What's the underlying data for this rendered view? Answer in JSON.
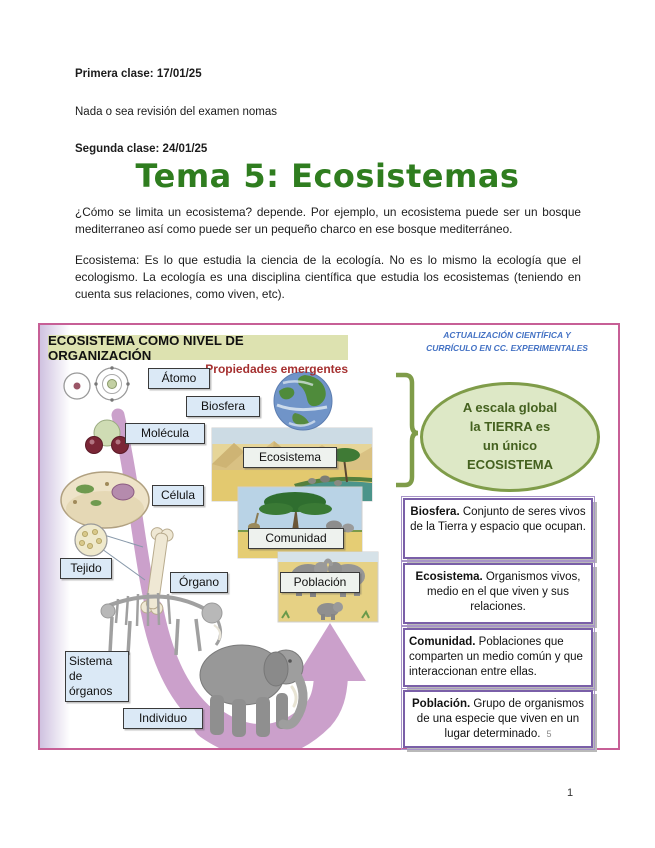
{
  "document": {
    "line1": "Primera clase: 17/01/25",
    "line2": "Nada o sea revisión del examen nomas",
    "line3": "Segunda clase: 24/01/25",
    "title": "Tema 5: Ecosistemas",
    "paragraph1": "¿Cómo se limita un ecosistema? depende. Por ejemplo, un ecosistema puede ser un bosque mediterraneo así como puede ser un pequeño charco en ese bosque mediterráneo.",
    "paragraph2": "Ecosistema: Es lo que estudia la ciencia de la ecología. No es lo mismo la ecología que el ecologismo. La ecología es una disciplina científica que estudia los ecosistemas (teniendo en cuenta sus relaciones, como viven, etc).",
    "page_number": "1"
  },
  "figure": {
    "header_title": "ECOSISTEMA COMO NIVEL DE ORGANIZACIÓN",
    "emergent_label": "Propiedades emergentes",
    "watermark": {
      "line1": "ACTUALIZACIÓN CIENTÍFICA Y",
      "line2": "CURRÍCULO EN CC. EXPERIMENTALES"
    },
    "ellipse_lines": [
      "A escala global",
      "la TIERRA es",
      "un único",
      "ECOSISTEMA"
    ],
    "levels": {
      "atomo": "Átomo",
      "biosfera": "Biosfera",
      "molecula": "Molécula",
      "celula": "Célula",
      "tejido": "Tejido",
      "organo": "Órgano",
      "sistema": "Sistema de órganos",
      "individuo": "Individuo",
      "ecosistema": "Ecosistema",
      "comunidad": "Comunidad",
      "poblacion": "Población"
    },
    "definitions": [
      {
        "term": "Biosfera.",
        "text": " Conjunto de seres vivos de la Tierra y espacio que ocupan."
      },
      {
        "term": "Ecosistema.",
        "text": " Organismos vivos, medio en el que viven y sus relaciones."
      },
      {
        "term": "Comunidad.",
        "text": " Poblaciones que comparten un medio común y que interaccionan entre ellas."
      },
      {
        "term": "Población.",
        "text": " Grupo de organismos de una especie que viven en un lugar determinado."
      }
    ],
    "slide_number": "5",
    "colors": {
      "title_green": "#2f7d1f",
      "frame_pink": "#c75f96",
      "band_green": "#dde2b0",
      "ellipse_green": "#7f9c49",
      "box_purple": "#7a5fa8",
      "watermark_blue": "#4472c4",
      "emergent_red": "#a53030",
      "ribbon_pink": "#c494c4"
    }
  }
}
